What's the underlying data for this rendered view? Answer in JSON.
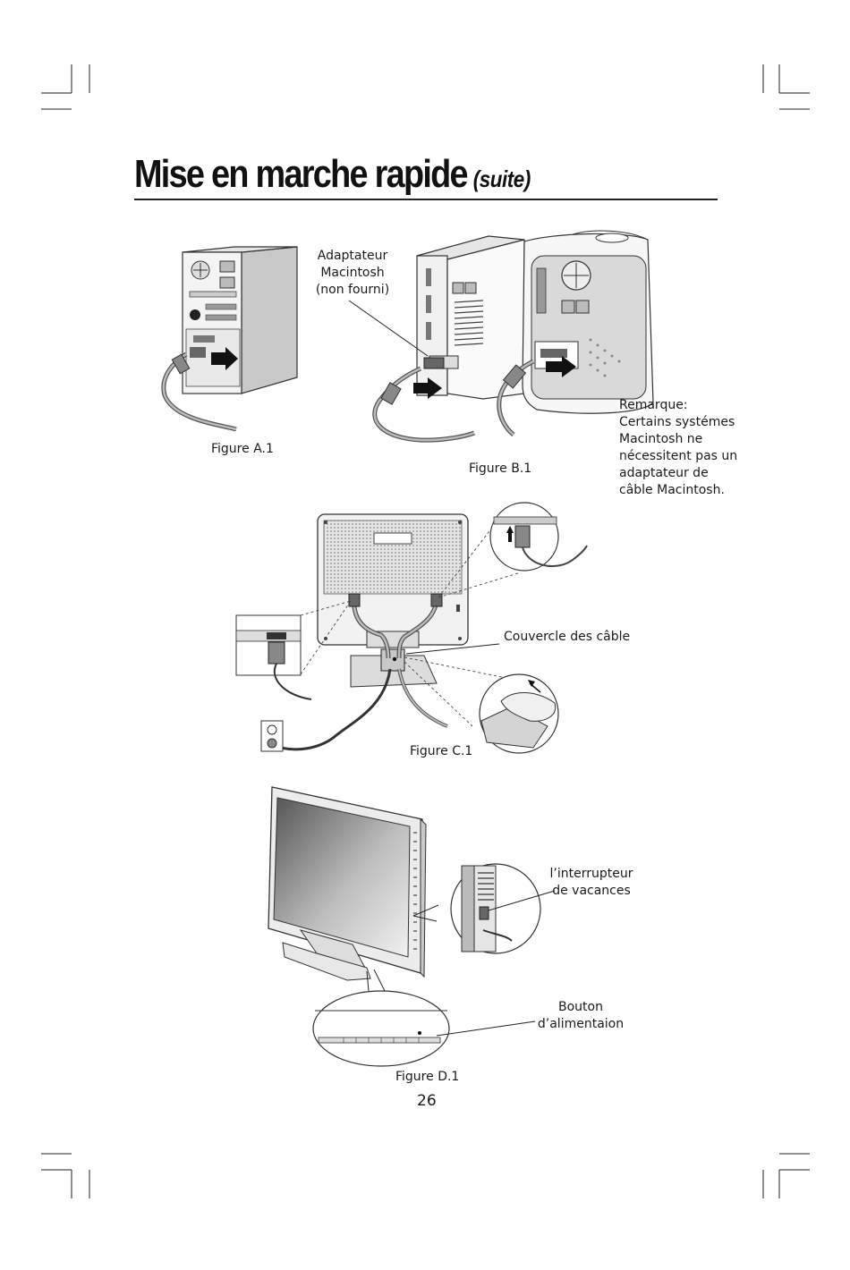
{
  "header": {
    "title": "Mise en marche rapide",
    "title_suffix": "(suite)"
  },
  "figure_a": {
    "caption": "Figure A.1"
  },
  "figure_b": {
    "caption": "Figure B.1",
    "adapter_label": [
      "Adaptateur",
      "Macintosh",
      "(non fourni)"
    ],
    "note": [
      "Remarque:",
      "Certains systémes",
      "Macintosh ne",
      "nécessitent pas un",
      "adaptateur de",
      "câble Macintosh."
    ]
  },
  "figure_c": {
    "caption": "Figure C.1",
    "cable_cover_label": "Couvercle des câble"
  },
  "figure_d": {
    "caption": "Figure D.1",
    "vacation_switch_label": [
      "l’interrupteur",
      "de vacances"
    ],
    "power_button_label": [
      "Bouton",
      "d’alimentaion"
    ]
  },
  "footer": {
    "page_number": "26"
  }
}
